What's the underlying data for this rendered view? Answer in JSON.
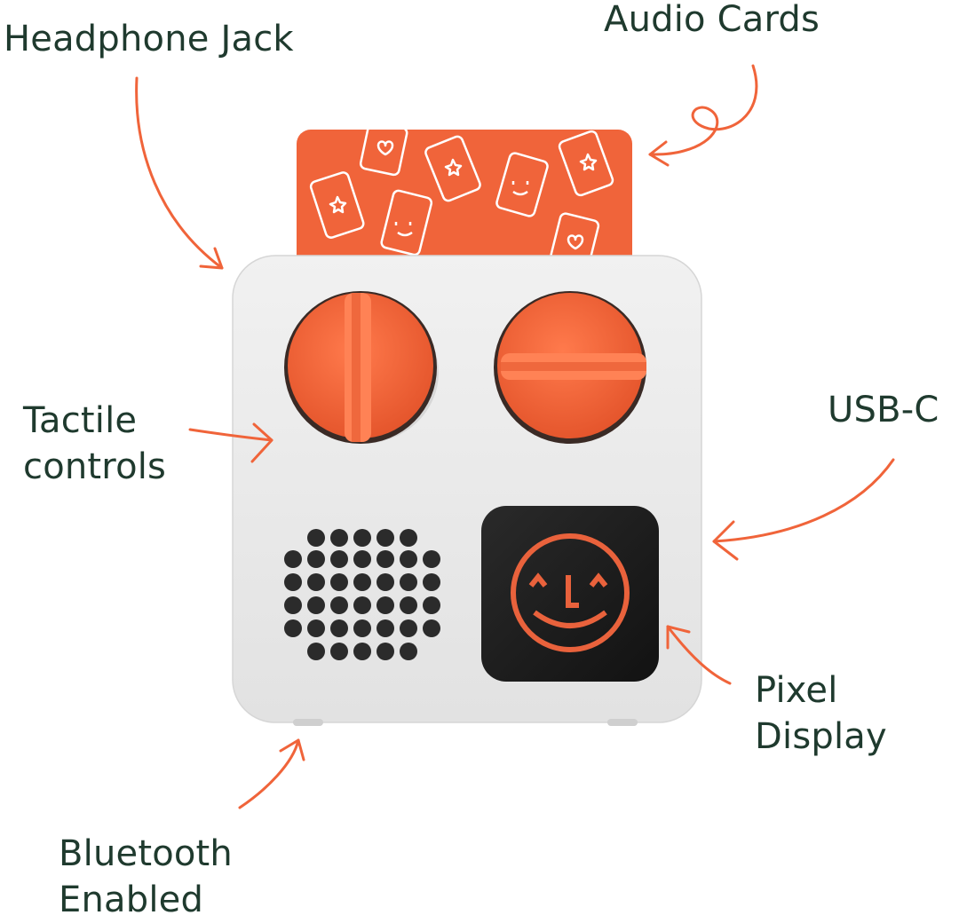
{
  "labels": {
    "headphone_jack": "Headphone Jack",
    "audio_cards": "Audio Cards",
    "tactile_line1": "Tactile",
    "tactile_line2": "controls",
    "usb_c": "USB-C",
    "pixel_line1": "Pixel",
    "pixel_line2": "Display",
    "bluetooth_line1": "Bluetooth",
    "bluetooth_line2": "Enabled"
  },
  "colors": {
    "label_text": "#1f3a2e",
    "accent_orange": "#f0643a",
    "device_body": "#ebebeb",
    "display_bg": "#1c1c1c"
  }
}
